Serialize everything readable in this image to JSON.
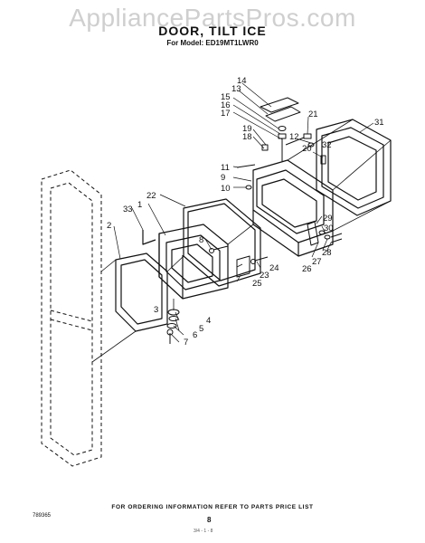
{
  "watermark": "AppliancePartsPros.com",
  "header": {
    "title": "DOOR, TILT ICE",
    "model": "For Model:  ED19MT1LWR0"
  },
  "footer": {
    "ordering_note": "FOR ORDERING INFORMATION REFER TO PARTS PRICE LIST",
    "doc_number": "789365",
    "page_number": "8",
    "scribble": "3/4 - 1 - 8"
  },
  "callouts": [
    "1",
    "2",
    "3",
    "4",
    "5",
    "6",
    "7",
    "8",
    "9",
    "10",
    "11",
    "12",
    "13",
    "14",
    "15",
    "16",
    "17",
    "18",
    "19",
    "20",
    "21",
    "22",
    "23",
    "24",
    "25",
    "26",
    "27",
    "28",
    "29",
    "30",
    "31",
    "32",
    "33"
  ]
}
